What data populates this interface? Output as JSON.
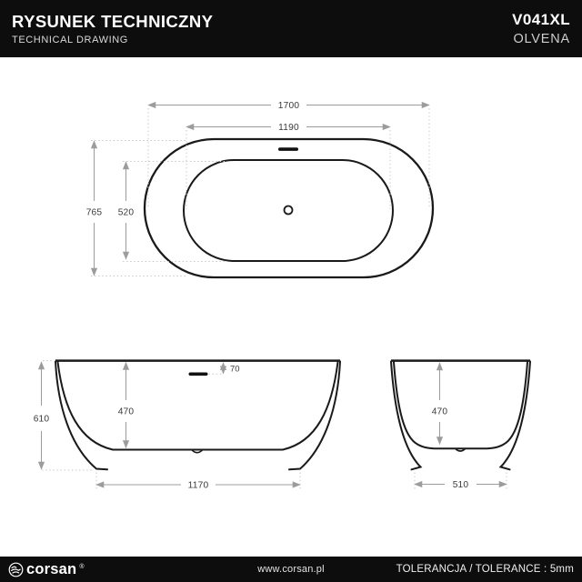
{
  "header": {
    "title": "RYSUNEK TECHNICZNY",
    "subtitle": "TECHNICAL DRAWING",
    "product_code": "V041XL",
    "product_name": "OLVENA"
  },
  "views": {
    "top": {
      "outer_length": "1700",
      "inner_length": "1190",
      "outer_width": "765",
      "inner_width": "520"
    },
    "front": {
      "height": "610",
      "inner_depth": "470",
      "overflow_offset": "70",
      "base_length": "1170"
    },
    "side": {
      "inner_depth": "470",
      "base_width": "510"
    }
  },
  "footer": {
    "brand": "corsan",
    "registered_mark": "®",
    "website": "www.corsan.pl",
    "tolerance": "TOLERANCJA / TOLERANCE : 5mm"
  },
  "colors": {
    "outline": "#1a1a1a",
    "dimension_line": "#9c9c9c",
    "dimension_text": "#3a3a3a",
    "extension_line": "#c9c9c9",
    "panel_bg": "#0d0d0d"
  }
}
